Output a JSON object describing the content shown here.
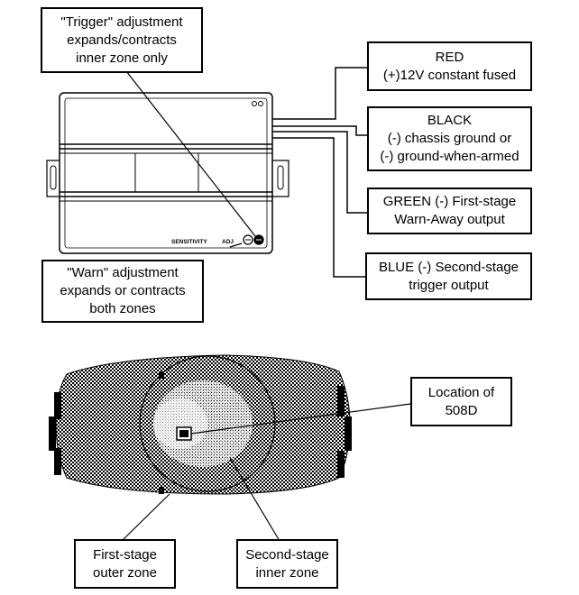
{
  "labels": {
    "trigger_adjust": [
      "\"Trigger\" adjustment",
      "expands/contracts",
      "inner zone only"
    ],
    "warn_adjust": [
      "\"Warn\" adjustment",
      "expands or contracts",
      "both zones"
    ],
    "red_wire": [
      "RED",
      "(+)12V constant fused"
    ],
    "black_wire": [
      "BLACK",
      "(-) chassis ground or",
      "(-) ground-when-armed"
    ],
    "green_wire": [
      "GREEN (-) First-stage",
      "Warn-Away output"
    ],
    "blue_wire": [
      "BLUE (-) Second-stage",
      "trigger output"
    ],
    "location": [
      "Location of",
      "508D"
    ],
    "outer_zone": [
      "First-stage",
      "outer zone"
    ],
    "inner_zone": [
      "Second-stage",
      "inner zone"
    ]
  },
  "module": {
    "sensitivity_label": "SENSITIVITY",
    "adj_label": "ADJ"
  }
}
